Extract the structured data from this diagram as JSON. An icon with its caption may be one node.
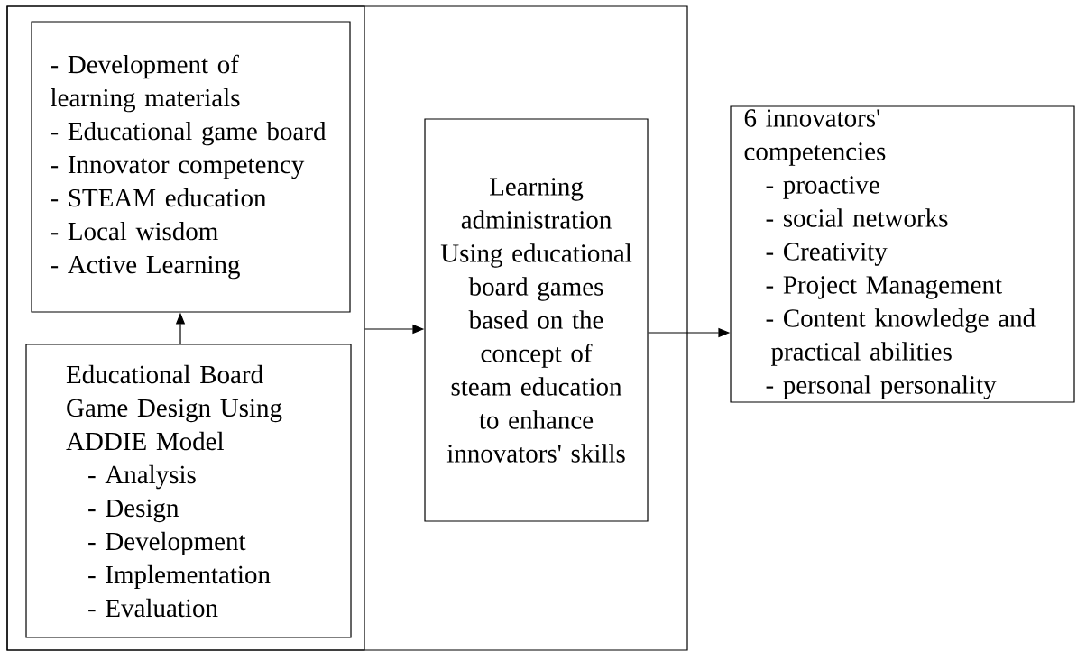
{
  "diagram": {
    "nodes": [
      {
        "text": [],
        "shape": "box"
      },
      {
        "text": [],
        "shape": "box",
        "in": 0
      },
      {
        "text": [
          "- Development of learning materials",
          "- Educational game board",
          "- Innovator competency",
          "- STEAM education",
          "- Local wisdom",
          "- Active Learning"
        ],
        "in": 1
      },
      {
        "text": [
          "Educational Board Game Design Using ADDIE Model",
          "- Analysis",
          "- Design",
          "- Development",
          "- Implementation",
          "- Evaluation"
        ],
        "in": 1
      },
      {
        "text": [
          "Learning administration Using educational board games based on the concept of steam education to enhance innovators' skills"
        ],
        "in": 0
      },
      {
        "text": [
          "6 innovators' competencies",
          "- proactive",
          "- social networks",
          "- Creativity",
          "- Project Management",
          "- Content knowledge and practical abilities",
          "- personal personality"
        ]
      }
    ],
    "edges": [
      {
        "from": 3,
        "to": 2,
        "arrow": "to"
      },
      {
        "from": 1,
        "to": 4,
        "arrow": "to"
      },
      {
        "from": 4,
        "to": 5,
        "arrow": "to"
      }
    ]
  }
}
